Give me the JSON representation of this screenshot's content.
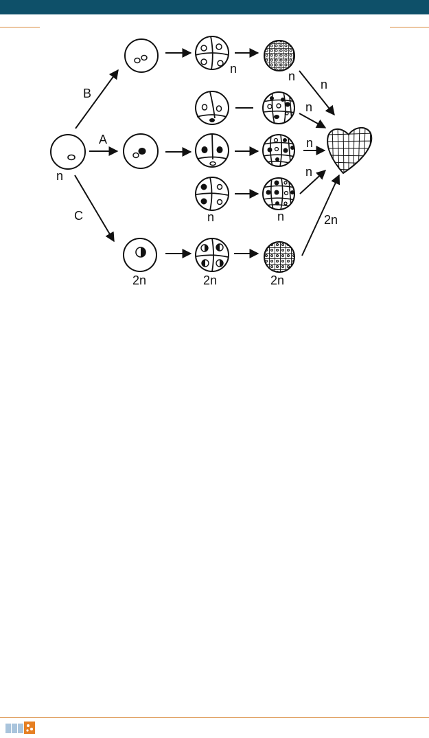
{
  "colors": {
    "header_bar": "#0e5069",
    "accent_rule": "#d9893a",
    "ink": "#111111",
    "logo_blue": "#a9c4dc",
    "logo_orange": "#e67f22"
  },
  "icons": {
    "footer_logo": "publisher-logo-icon"
  },
  "diagram": {
    "pathway_labels": {
      "a": "A",
      "b": "B",
      "c": "C"
    },
    "ploidy_labels": {
      "start": "n",
      "b_stage2": "n",
      "b_stage3": "n",
      "b_to_embryo": "n",
      "a1_to_embryo": "n",
      "a2_to_embryo": "n",
      "a3_to_embryo": "n",
      "a3_stage2": "n",
      "a3_stage3": "n",
      "c_stage1": "2n",
      "c_stage2": "2n",
      "c_stage3": "2n",
      "c_to_embryo": "2n"
    }
  }
}
